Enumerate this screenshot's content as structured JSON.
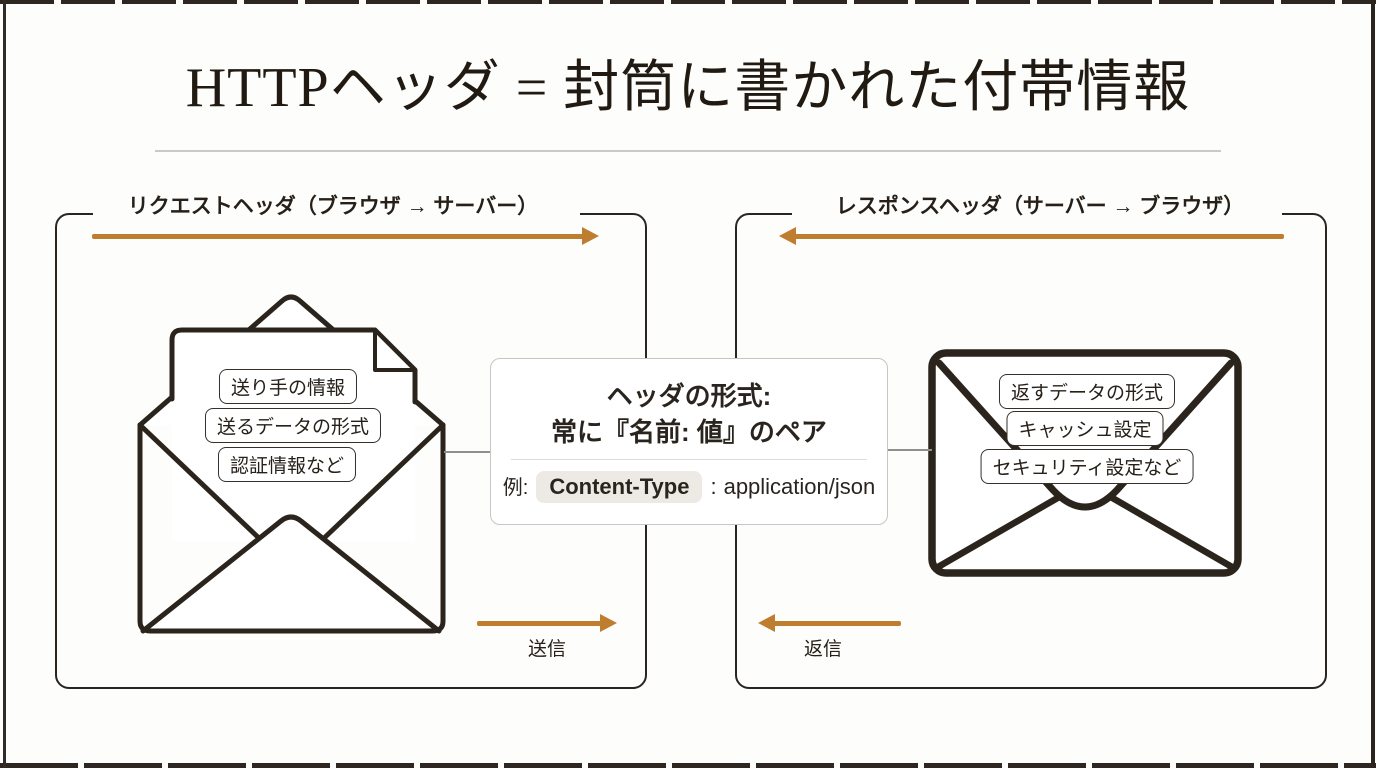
{
  "title": {
    "text": "HTTPヘッダ = 封筒に書かれた付帯情報"
  },
  "left_panel": {
    "legend": "リクエストヘッダ（ブラウザ → サーバー）",
    "envelope_labels": [
      "送り手の情報",
      "送るデータの形式",
      "認証情報など"
    ],
    "arrow_label": "送信"
  },
  "right_panel": {
    "legend": "レスポンスヘッダ（サーバー → ブラウザ）",
    "envelope_labels": [
      "返すデータの形式",
      "キャッシュ設定",
      "セキュリティ設定など"
    ],
    "arrow_label": "返信"
  },
  "center_box": {
    "line1": "ヘッダの形式:",
    "line2": "常に『名前: 値』のペア",
    "example_prefix": "例:",
    "example_key": "Content-Type",
    "example_colon": ":",
    "example_value": "application/json"
  },
  "colors": {
    "accent": "#bf7d2f",
    "ink": "#2b241d",
    "box_border": "#c6c6c6"
  }
}
